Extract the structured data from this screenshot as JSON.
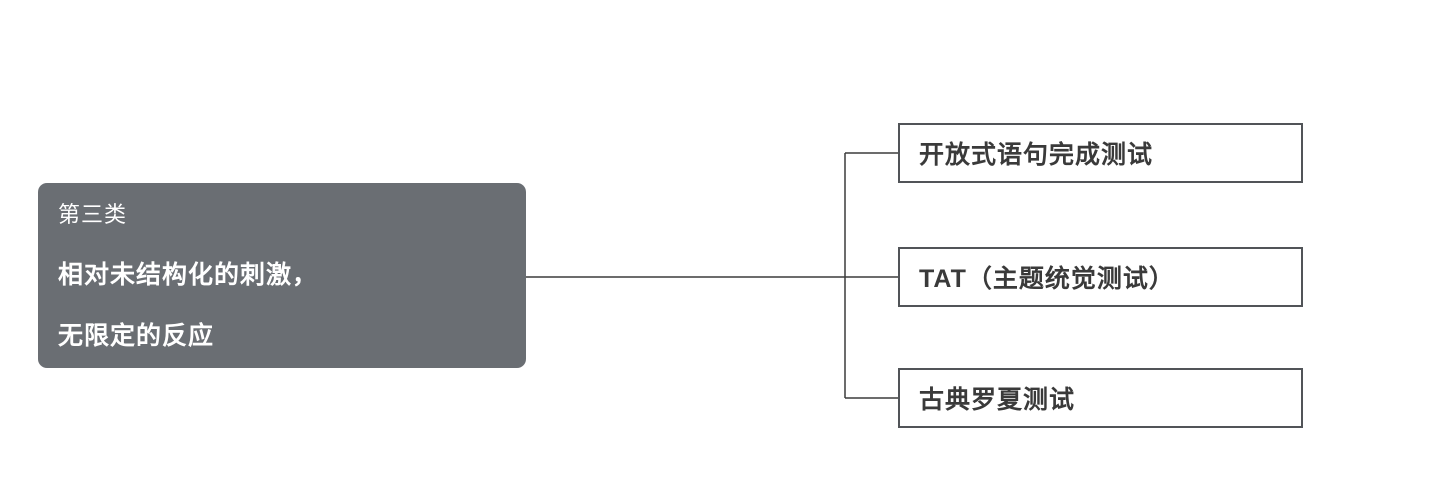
{
  "diagram": {
    "background_color": "#ffffff",
    "root_node": {
      "line1": "第三类",
      "line2": "相对未结构化的刺激，",
      "line3": "无限定的反应",
      "fill_color": "#6a6e73",
      "text_color": "#ffffff"
    },
    "child_nodes": [
      {
        "label": "开放式语句完成测试"
      },
      {
        "label": "TAT（主题统觉测试）"
      },
      {
        "label": "古典罗夏测试"
      }
    ],
    "connector_color": "#3c3c3c",
    "child_border_color": "#515458",
    "child_text_color": "#3a3a3a"
  }
}
